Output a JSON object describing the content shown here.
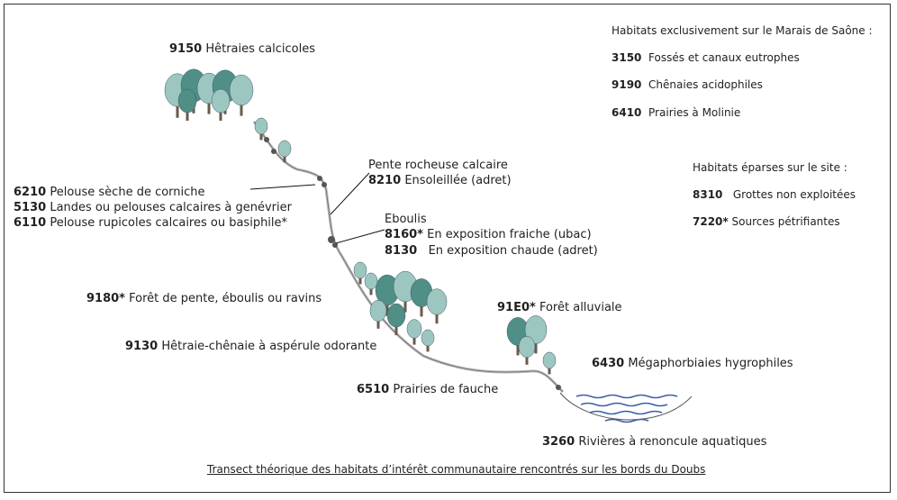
{
  "labels": {
    "l9150": {
      "code": "9150",
      "text": "Hêtraies calcicoles"
    },
    "pente_title": "Pente rocheuse calcaire",
    "l8210": {
      "code": "8210",
      "text": "Ensoleillée (adret)"
    },
    "l6210": {
      "code": "6210",
      "text": "Pelouse sèche de corniche"
    },
    "l5130": {
      "code": "5130",
      "text": "Landes ou pelouses calcaires à genévrier"
    },
    "l6110": {
      "code": "6110",
      "text": "Pelouse rupicoles calcaires ou basiphile*"
    },
    "eboulis_title": "Eboulis",
    "l8160": {
      "code": "8160*",
      "text": "En exposition fraiche (ubac)"
    },
    "l8130": {
      "code": "8130",
      "text": "En exposition chaude (adret)"
    },
    "l9180": {
      "code": "9180*",
      "text": "Forêt de pente, éboulis ou ravins"
    },
    "l91E0": {
      "code": "91E0*",
      "text": "Forêt alluviale"
    },
    "l9130": {
      "code": "9130",
      "text": "Hêtraie-chênaie à aspérule odorante"
    },
    "l6430": {
      "code": "6430",
      "text": "Mégaphorbiaies hygrophiles"
    },
    "l6510": {
      "code": "6510",
      "text": "Prairies de fauche"
    },
    "l3260": {
      "code": "3260",
      "text": "Rivières à renoncule aquatiques"
    }
  },
  "legend_saone": {
    "title": "Habitats exclusivement sur le Marais de Saône :",
    "items": [
      {
        "code": "3150",
        "text": "Fossés et canaux eutrophes"
      },
      {
        "code": "9190",
        "text": "Chênaies acidophiles"
      },
      {
        "code": "6410",
        "text": "Prairies à Molinie"
      }
    ]
  },
  "legend_eparses": {
    "title": "Habitats éparses sur le site :",
    "items": [
      {
        "code": "8310",
        "text": "Grottes non exploitées"
      },
      {
        "code": "7220*",
        "text": "Sources pétrifiantes"
      }
    ]
  },
  "caption": "Transect théorique des habitats d’intérêt communautaire rencontrés sur les bords du Doubs",
  "colors": {
    "tree_dark": "#4f8f86",
    "tree_light": "#9cc7c0",
    "trunk": "#6b5a4a",
    "water": "#3d5fa8"
  }
}
